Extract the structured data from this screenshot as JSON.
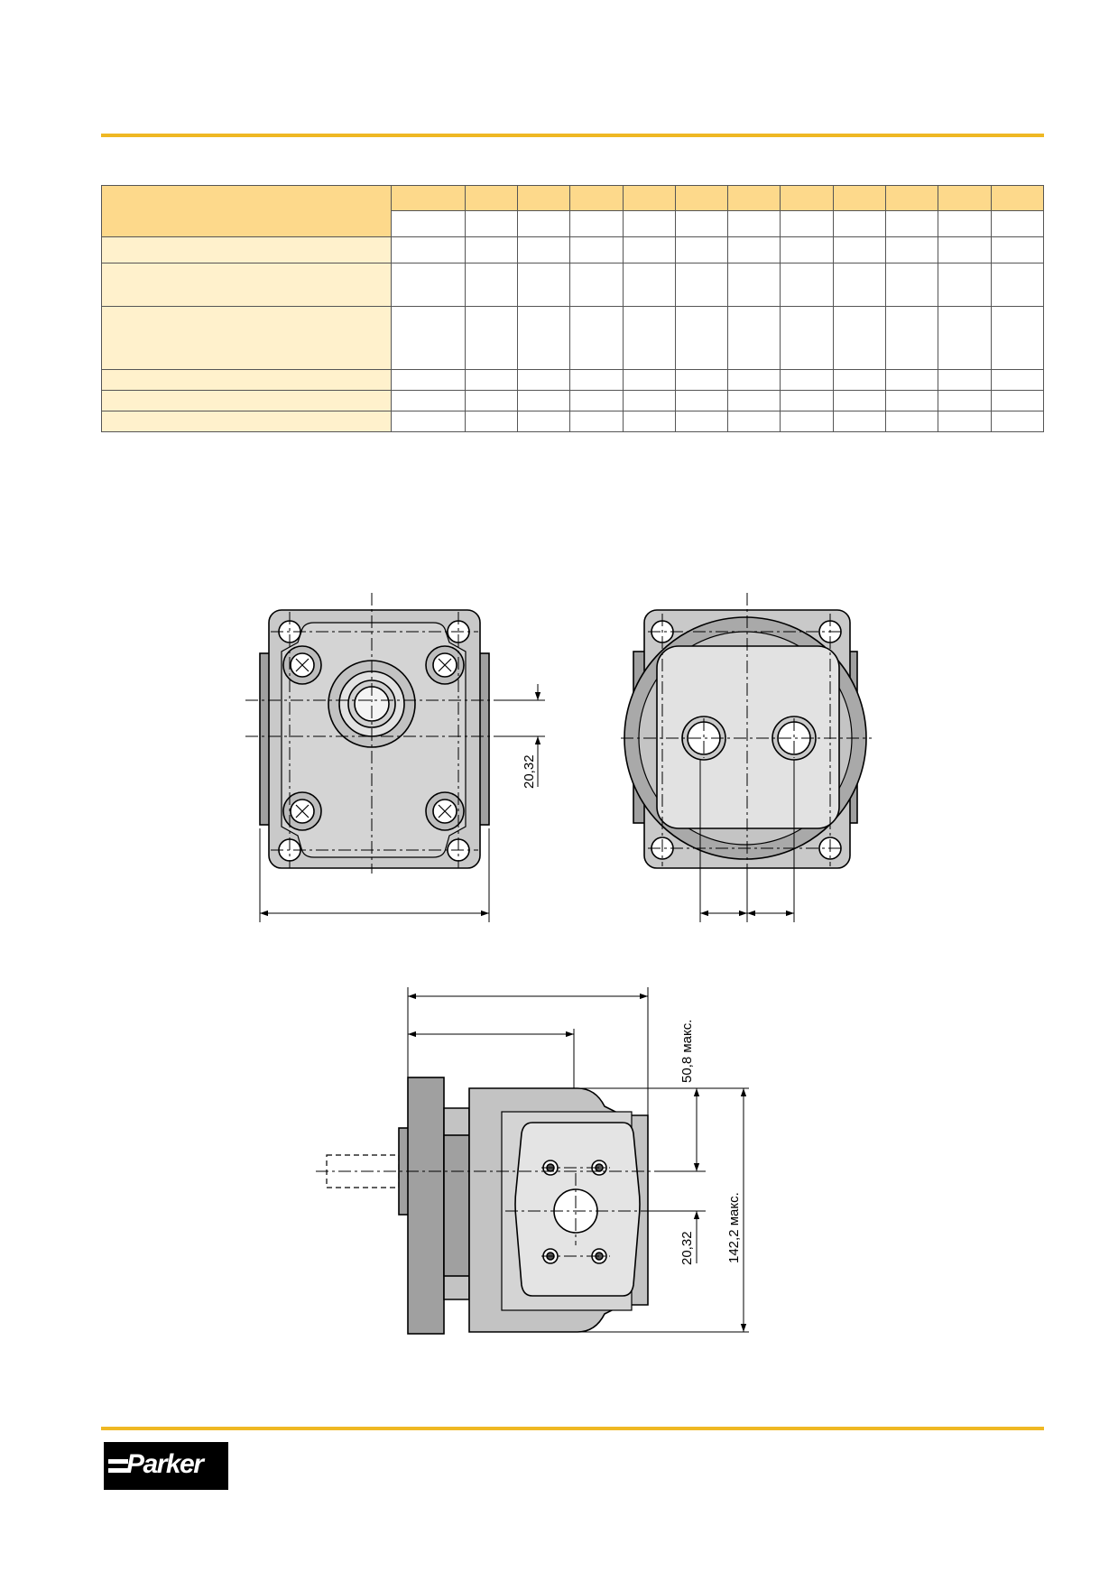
{
  "colors": {
    "accent_rule": "#efb823",
    "table_header": "#fdd98b",
    "table_label": "#fff1cc",
    "part_body": "#d2d2d2",
    "part_flange": "#a0a0a0",
    "part_light": "#e4e4e4"
  },
  "dimensions": {
    "front_offset": "20,32",
    "side_top": "50,8 макс.",
    "side_offset": "20,32",
    "side_height": "142,2 макс."
  },
  "logo": {
    "text": "Parker",
    "icon": "parker-logo-icon"
  }
}
